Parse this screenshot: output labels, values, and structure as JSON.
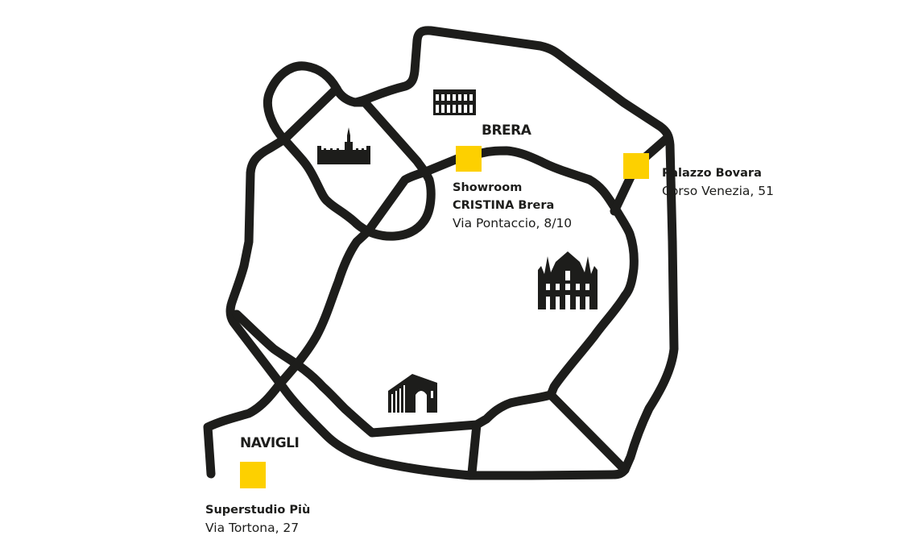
{
  "districts": {
    "brera": "BRERA",
    "navigli": "NAVIGLI"
  },
  "locations": [
    {
      "name_line1": "Showroom",
      "name_line2": "CRISTINA Brera",
      "address": "Via Pontaccio, 8/10"
    },
    {
      "name_line1": "Palazzo Bovara",
      "address": "Corso Venezia, 51"
    },
    {
      "name_line1": "Superstudio Più",
      "address": "Via Tortona, 27"
    }
  ],
  "landmark_icons": [
    "castle-icon",
    "theatre-icon",
    "cathedral-icon",
    "arch-icon"
  ],
  "colors": {
    "marker": "#fdd000",
    "road": "#1d1d1b",
    "background": "#ffffff"
  }
}
